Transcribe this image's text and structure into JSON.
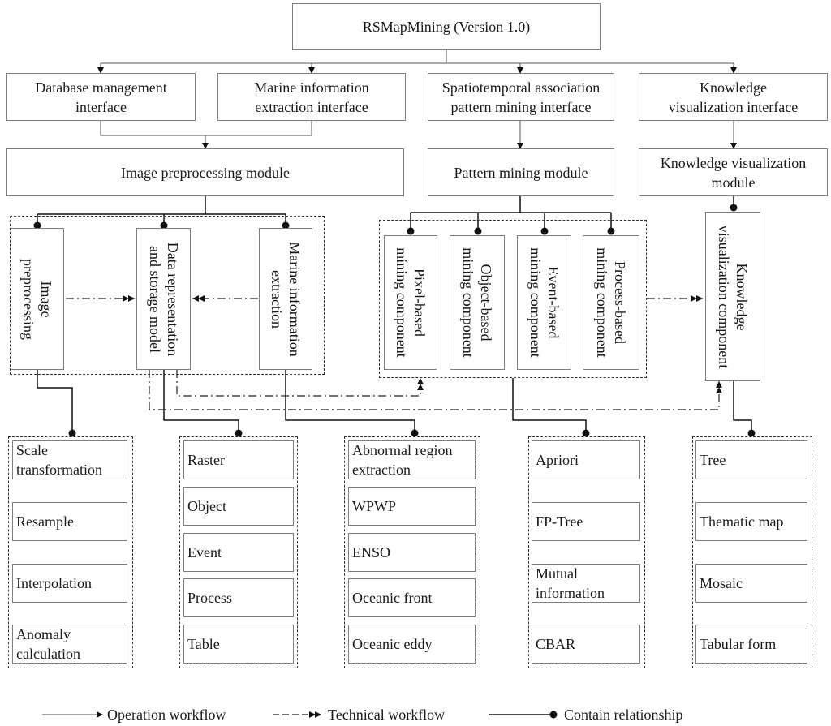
{
  "root": "RSMapMining (Version 1.0)",
  "interfaces": {
    "database": "Database management\ninterface",
    "marine": "Marine information\nextraction interface",
    "spatiotemporal": "Spatiotemporal association\npattern mining interface",
    "knowledge": "Knowledge\nvisualization interface"
  },
  "modules": {
    "image_preprocessing": "Image preprocessing module",
    "pattern_mining": "Pattern mining module",
    "knowledge_visualization": "Knowledge visualization\nmodule"
  },
  "components": {
    "image_preprocessing": "Image\npreprocessing",
    "data_representation": "Data representation\nand storage model",
    "marine_extraction": "Marine information\nextraction",
    "pixel_mining": "Pixel-based\nmining component",
    "object_mining": "Object-based\nmining component",
    "event_mining": "Event-based\nmining component",
    "process_mining": "Process-based\nmining component",
    "knowledge_component": "Knowledge\nvisualization component"
  },
  "leaf_groups": {
    "preprocessing_methods": [
      "Scale\ntransformation",
      "Resample",
      "Interpolation",
      "Anomaly\ncalculation"
    ],
    "data_models": [
      "Raster",
      "Object",
      "Event",
      "Process",
      "Table"
    ],
    "marine_targets": [
      "Abnormal region\nextraction",
      "WPWP",
      "ENSO",
      "Oceanic front",
      "Oceanic eddy"
    ],
    "mining_algorithms": [
      "Apriori",
      "FP-Tree",
      "Mutual\ninformation",
      "CBAR"
    ],
    "visualization_forms": [
      "Tree",
      "Thematic map",
      "Mosaic",
      "Tabular form"
    ]
  },
  "legend": {
    "operation": "Operation workflow",
    "technical": "Technical workflow",
    "contain": "Contain relationship"
  }
}
